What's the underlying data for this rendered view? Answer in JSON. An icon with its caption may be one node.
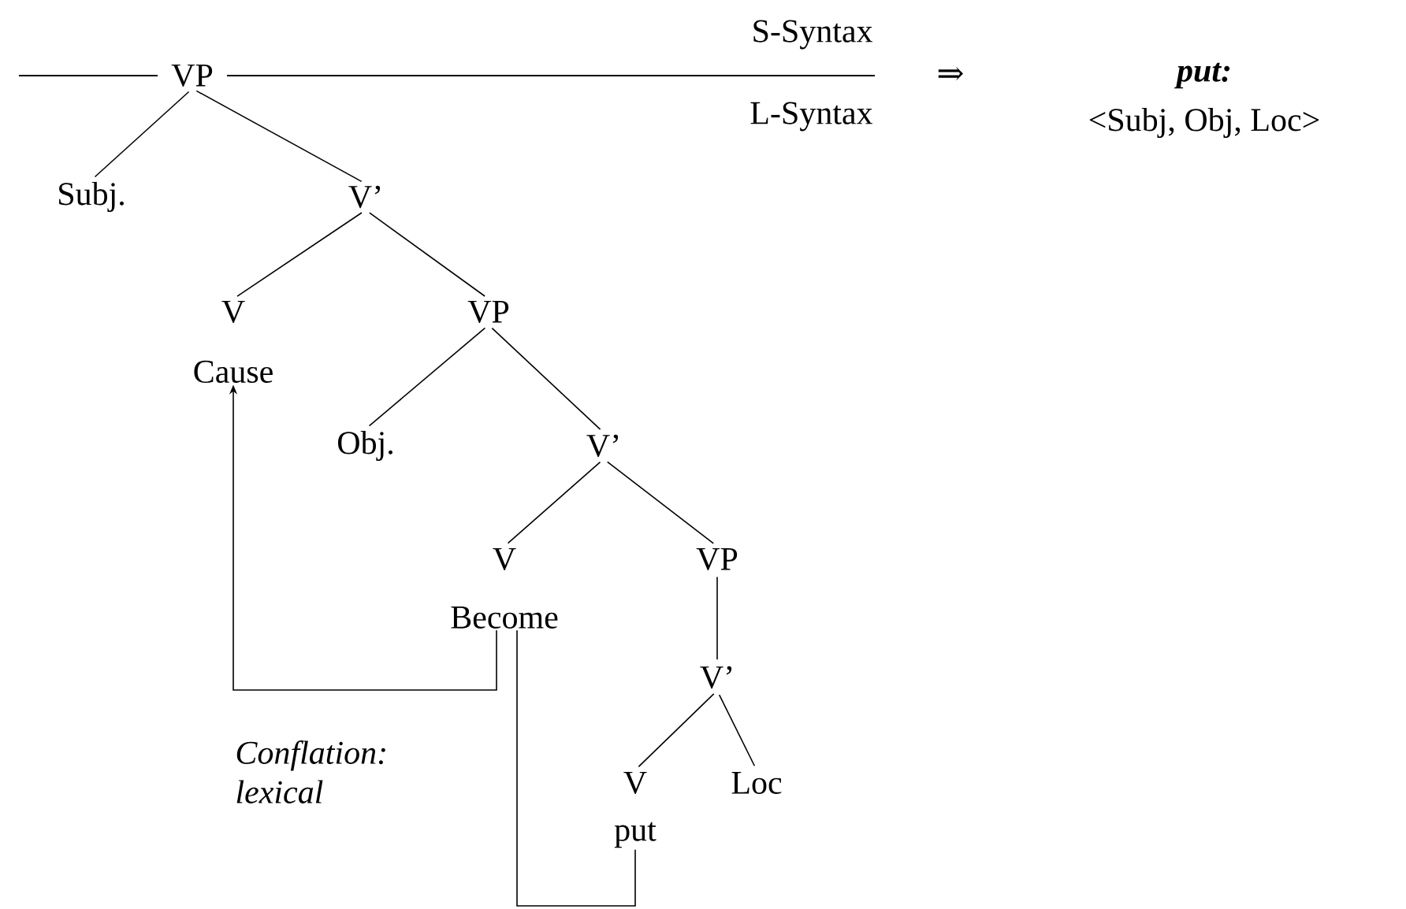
{
  "diagram": {
    "nodes": [
      {
        "text": [
          "VP"
        ]
      },
      {
        "text": [
          "Subj."
        ]
      },
      {
        "text": [
          "V’"
        ]
      },
      {
        "text": [
          "V"
        ]
      },
      {
        "text": [
          "Cause"
        ]
      },
      {
        "text": [
          "VP"
        ]
      },
      {
        "text": [
          "Obj."
        ]
      },
      {
        "text": [
          "V’"
        ]
      },
      {
        "text": [
          "V"
        ]
      },
      {
        "text": [
          "Become"
        ]
      },
      {
        "text": [
          "VP"
        ]
      },
      {
        "text": [
          "V’"
        ]
      },
      {
        "text": [
          "V"
        ]
      },
      {
        "text": [
          "Loc"
        ]
      },
      {
        "text": [
          "put"
        ]
      }
    ],
    "edges": [
      {
        "from": 0,
        "to": 1,
        "arrow": "none"
      },
      {
        "from": 0,
        "to": 2,
        "arrow": "none"
      },
      {
        "from": 2,
        "to": 3,
        "arrow": "none"
      },
      {
        "from": 2,
        "to": 5,
        "arrow": "none"
      },
      {
        "from": 5,
        "to": 6,
        "arrow": "none"
      },
      {
        "from": 5,
        "to": 7,
        "arrow": "none"
      },
      {
        "from": 7,
        "to": 8,
        "arrow": "none"
      },
      {
        "from": 7,
        "to": 10,
        "arrow": "none"
      },
      {
        "from": 10,
        "to": 11,
        "arrow": "none"
      },
      {
        "from": 11,
        "to": 12,
        "arrow": "none"
      },
      {
        "from": 11,
        "to": 13,
        "arrow": "none"
      },
      {
        "from": 9,
        "to": 4,
        "arrow": "to"
      },
      {
        "from": 14,
        "to": 9,
        "arrow": "none"
      }
    ],
    "labels": [
      "S-Syntax",
      "L-Syntax",
      "⇒",
      "put:",
      "<Subj, Obj, Loc>",
      "Conflation: lexical"
    ]
  }
}
